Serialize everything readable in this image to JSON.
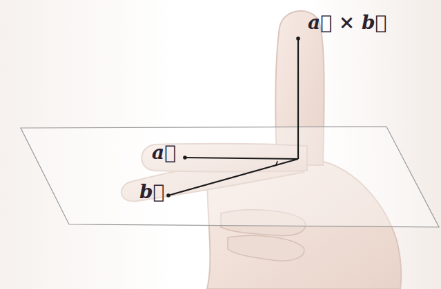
{
  "diagram": {
    "labels": [
      "a⃗ × b⃗",
      "a⃗",
      "b⃗"
    ]
  }
}
